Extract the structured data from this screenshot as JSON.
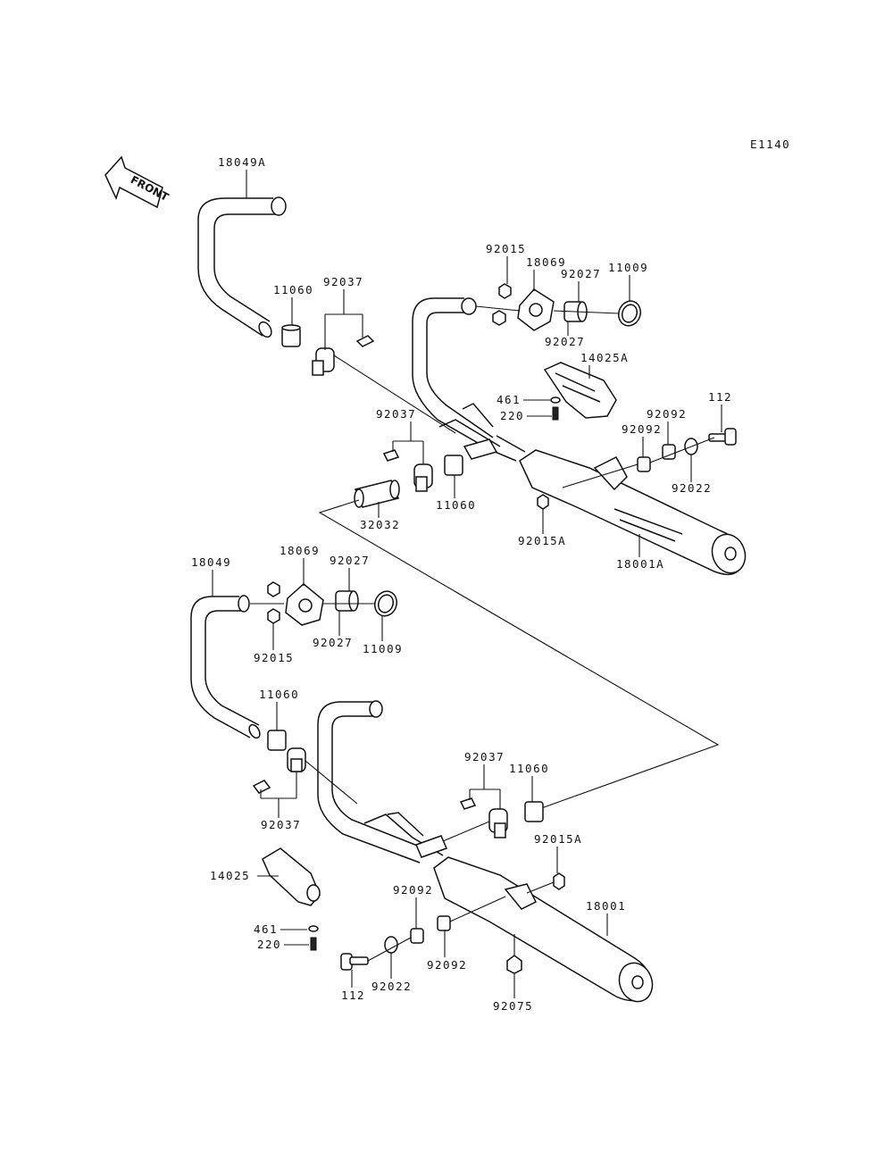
{
  "diagram_code": "E1140",
  "front_label": "FRONT",
  "labels": {
    "l18049A": "18049A",
    "l11060a": "11060",
    "l92037a": "92037",
    "l92015a": "92015",
    "l18069a": "18069",
    "l92027a": "92027",
    "l11009a": "11009",
    "l92027b": "92027",
    "l14025A": "14025A",
    "l461a": "461",
    "l220a": "220",
    "l112a": "112",
    "l92092a": "92092",
    "l92092b": "92092",
    "l92022a": "92022",
    "l92037b": "92037",
    "l11060b": "11060",
    "l32032": "32032",
    "l92015Aa": "92015A",
    "l18001A": "18001A",
    "l18049": "18049",
    "l18069b": "18069",
    "l92027c": "92027",
    "l92015b": "92015",
    "l92027d": "92027",
    "l11009b": "11009",
    "l11060c": "11060",
    "l92037c": "92037",
    "l92037d": "92037",
    "l11060d": "11060",
    "l92015Ab": "92015A",
    "l14025": "14025",
    "l18001": "18001",
    "l92092c": "92092",
    "l461b": "461",
    "l220b": "220",
    "l92092d": "92092",
    "l112b": "112",
    "l92022b": "92022",
    "l92075": "92075"
  }
}
